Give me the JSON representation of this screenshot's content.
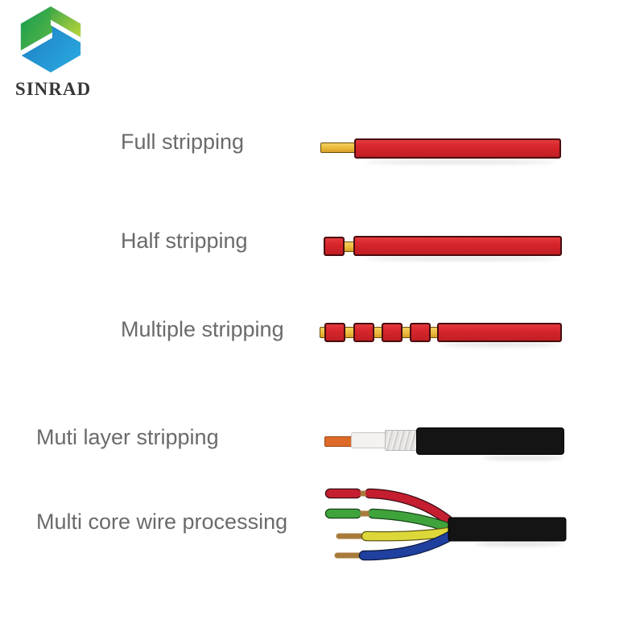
{
  "brand": {
    "name": "SINRAD"
  },
  "rows": [
    {
      "id": "full-stripping",
      "label": "Full stripping"
    },
    {
      "id": "half-stripping",
      "label": "Half stripping"
    },
    {
      "id": "multiple-stripping",
      "label": "Multiple stripping"
    },
    {
      "id": "multi-layer-stripping",
      "label": "Muti layer stripping"
    },
    {
      "id": "multi-core-processing",
      "label": "Multi core wire processing"
    }
  ],
  "colors": {
    "label_gray": "#6a6a6a",
    "brand_text": "#38383a",
    "wire_red": "#d7262c",
    "wire_red_border": "#490c0f",
    "conductor_gold": "#eaba3a",
    "conductor_gold_border": "#6b4e0e",
    "core_orange": "#dd6a28",
    "core_orange_border": "#9a4512",
    "insulation_white": "#f3f2f0",
    "braid_gray": "#e4e3e1",
    "jacket_black": "#141414",
    "wire_crimson": "#c41e30",
    "wire_green": "#3fa33c",
    "wire_yellow": "#ddd83a",
    "wire_blue": "#20409f",
    "bare_copper": "#a87b3c",
    "logo_green_dark": "#169a4e",
    "logo_blue_dark": "#1b75bc",
    "logo_blue_light": "#2bace2"
  }
}
